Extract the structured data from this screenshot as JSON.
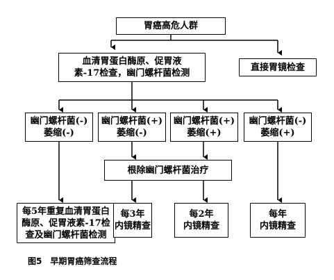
{
  "nodes": {
    "high_risk": "胃癌高危人群",
    "serum_test": "血清胃蛋白酶原、促胃液\n素-17检查，幽门螺杆菌检测",
    "direct_endoscopy": "直接胃镜检查",
    "group1": "幽门螺杆菌(-)\n萎缩(-)",
    "group2": "幽门螺杆菌(+)\n萎缩(-)",
    "group3": "幽门螺杆菌(+)\n萎缩(+)",
    "group4": "幽门螺杆菌(-)\n萎缩(+)",
    "eradication": "根除幽门螺杆菌治疗",
    "repeat5": "每5年重复血清胃蛋白\n酶原、促胃液素-17检\n查及幽门螺杆菌检测",
    "every3": "每3年\n内镜精查",
    "every2": "每2年\n内镜精查",
    "every1": "每年\n内镜精查"
  },
  "caption": {
    "number": "图5",
    "text": "早期胃癌筛查流程"
  }
}
